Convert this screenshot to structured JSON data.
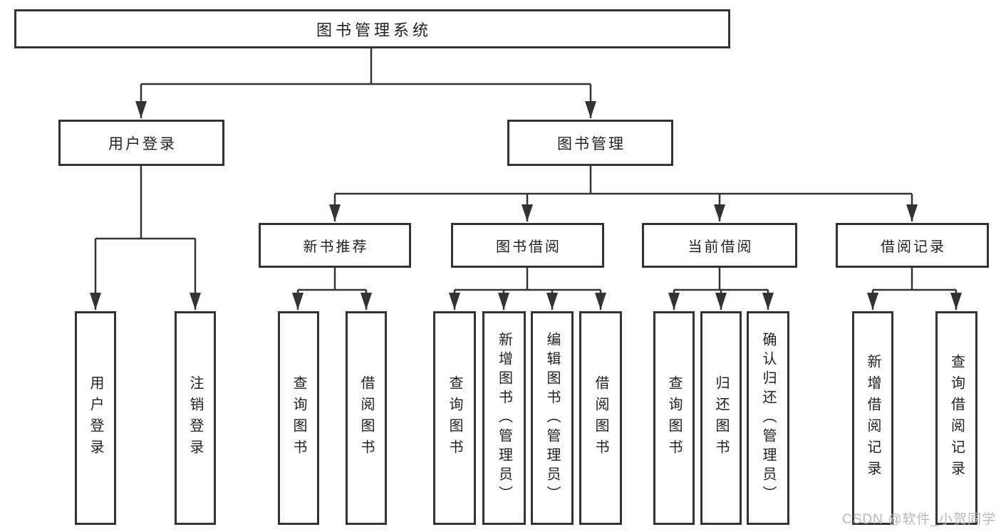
{
  "diagram": {
    "root": {
      "label": "图书管理系统",
      "children": [
        {
          "label": "用户登录",
          "children": [
            {
              "label": "用户登录"
            },
            {
              "label": "注销登录"
            }
          ]
        },
        {
          "label": "图书管理",
          "children": [
            {
              "label": "新书推荐",
              "children": [
                {
                  "label": "查询图书"
                },
                {
                  "label": "借阅图书"
                }
              ]
            },
            {
              "label": "图书借阅",
              "children": [
                {
                  "label": "查询图书"
                },
                {
                  "label": "新增图书（管理员）"
                },
                {
                  "label": "编辑图书（管理员）"
                },
                {
                  "label": "借阅图书"
                }
              ]
            },
            {
              "label": "当前借阅",
              "children": [
                {
                  "label": "查询图书"
                },
                {
                  "label": "归还图书"
                },
                {
                  "label": "确认归还（管理员）"
                }
              ]
            },
            {
              "label": "借阅记录",
              "children": [
                {
                  "label": "新增借阅记录"
                },
                {
                  "label": "查询借阅记录"
                }
              ]
            }
          ]
        }
      ]
    }
  },
  "watermark": {
    "text": "CSDN @软件_小贺同学"
  },
  "colors": {
    "line": "#333333",
    "box_border": "#333333",
    "text": "#222222",
    "watermark": "#b8b8b8",
    "background": "#ffffff"
  }
}
